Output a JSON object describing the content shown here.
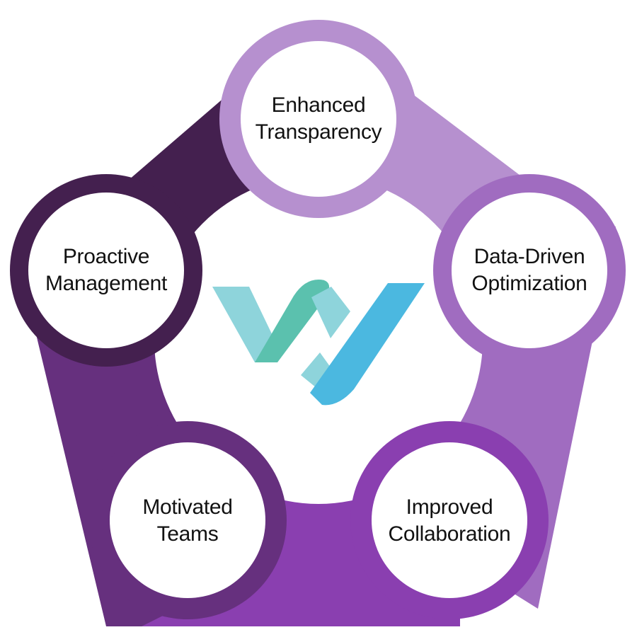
{
  "nodes": [
    {
      "id": "top",
      "lines": [
        "Enhanced",
        "Transparency"
      ],
      "ring_color": "#B690CF",
      "segment_color": "#B690CF"
    },
    {
      "id": "right",
      "lines": [
        "Data-Driven",
        "Optimization"
      ],
      "ring_color": "#A06CC0",
      "segment_color": "#A06CC0"
    },
    {
      "id": "bottom-right",
      "lines": [
        "Improved",
        "Collaboration"
      ],
      "ring_color": "#8A3FB0",
      "segment_color": "#8A3FB0"
    },
    {
      "id": "bottom-left",
      "lines": [
        "Motivated",
        "Teams"
      ],
      "ring_color": "#66307E",
      "segment_color": "#66307E"
    },
    {
      "id": "left",
      "lines": [
        "Proactive",
        "Management"
      ],
      "ring_color": "#44204F",
      "segment_color": "#44204F"
    }
  ],
  "logo": {
    "colors": {
      "light": "#8ED4DB",
      "teal": "#5BC1AE",
      "blue": "#4BB8E0"
    }
  }
}
